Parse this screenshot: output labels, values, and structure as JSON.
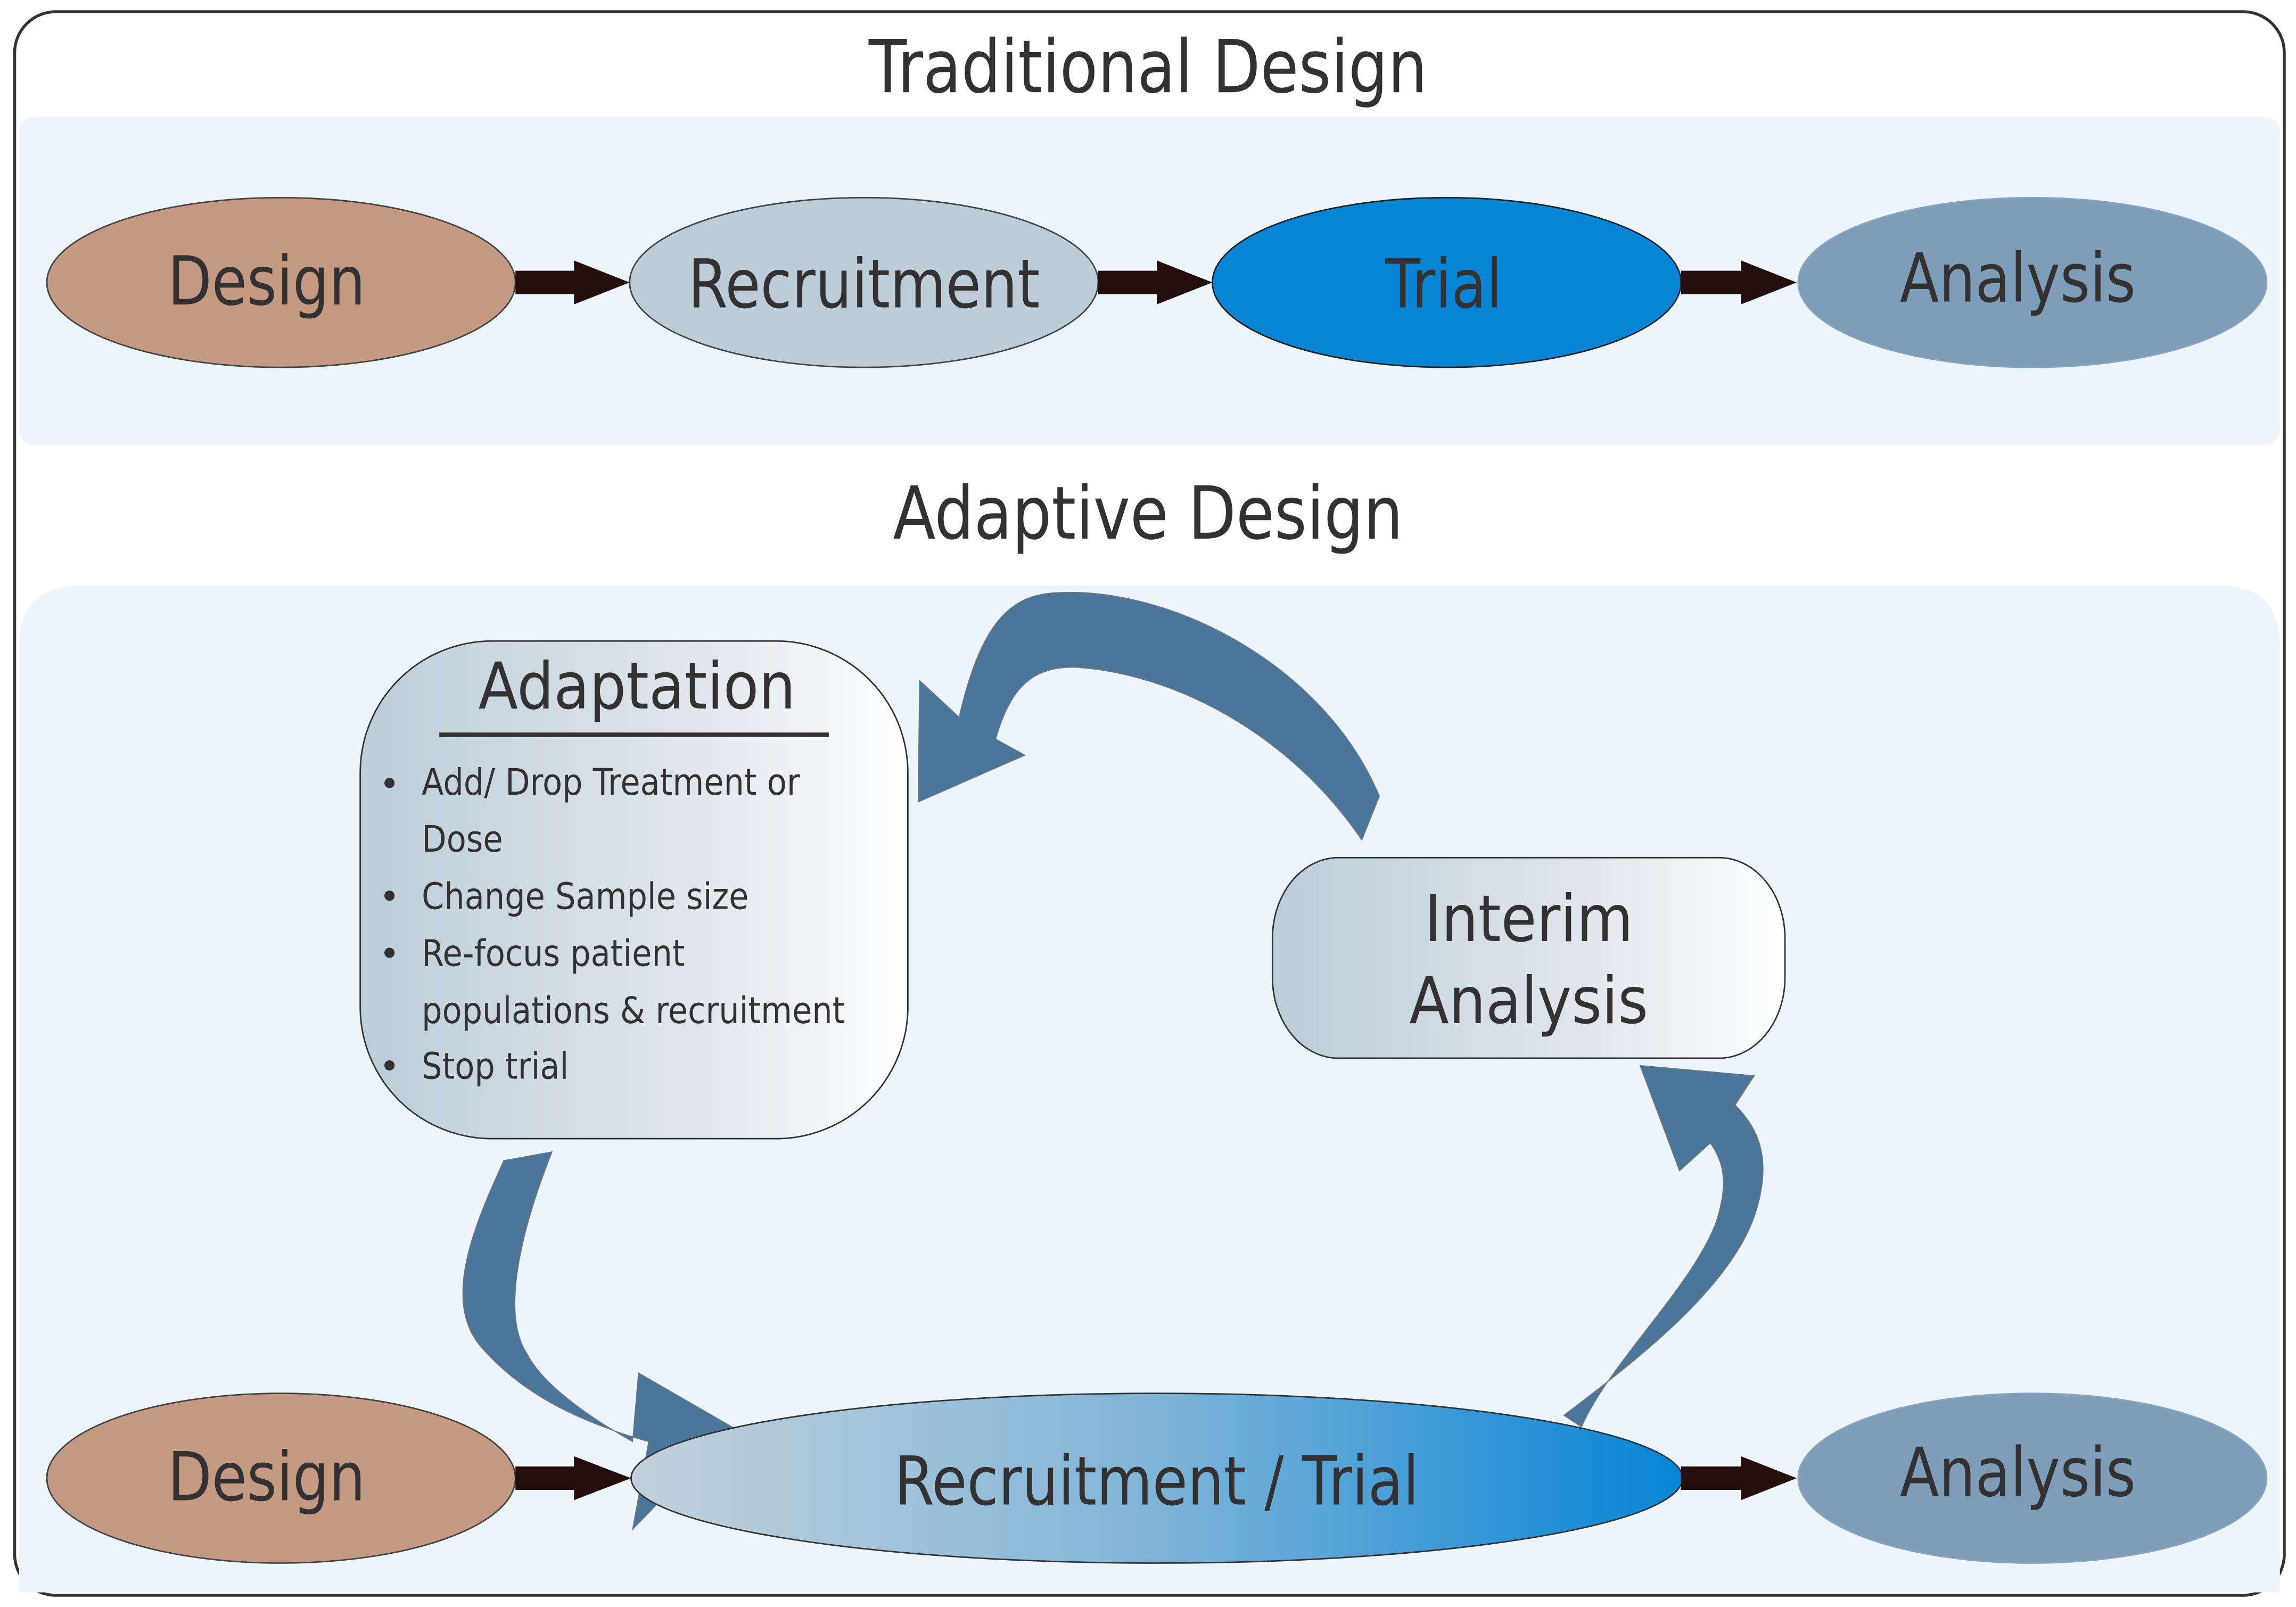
{
  "colors": {
    "frame_border": "#333333",
    "panel_bg": "#edf5fc",
    "design_node": "#c49a82",
    "recruitment_node": "#bdcdd8",
    "trial_node": "#0685d6",
    "analysis_node": "#7e9db9",
    "flow_arrow": "#230e0b",
    "cycle_arrow": "#4b769b",
    "box_gradient_start": "#bccdd8",
    "box_gradient_end": "#ffffff",
    "combined_gradient_start": "#c2d1db",
    "combined_gradient_end": "#0685d6",
    "text": "#333132"
  },
  "traditional": {
    "title": "Traditional Design",
    "steps": [
      {
        "label": "Design"
      },
      {
        "label": "Recruitment"
      },
      {
        "label": "Trial"
      },
      {
        "label": "Analysis"
      }
    ]
  },
  "adaptive": {
    "title": "Adaptive Design",
    "adaptation": {
      "title": "Adaptation",
      "bullets": [
        {
          "lines": [
            "Add/ Drop Treatment or",
            "Dose"
          ]
        },
        {
          "lines": [
            "Change Sample size"
          ]
        },
        {
          "lines": [
            "Re-focus patient",
            "populations & recruitment"
          ]
        },
        {
          "lines": [
            "Stop trial"
          ]
        }
      ]
    },
    "interim": {
      "lines": [
        "Interim",
        "Analysis"
      ]
    },
    "steps": [
      {
        "label": "Design"
      },
      {
        "label": "Recruitment / Trial"
      },
      {
        "label": "Analysis"
      }
    ]
  }
}
